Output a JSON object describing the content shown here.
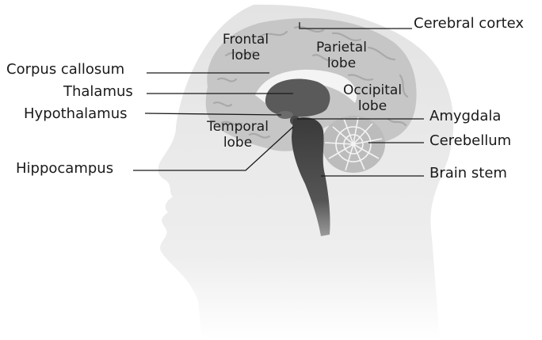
{
  "labels": {
    "cerebral_cortex": "Cerebral cortex",
    "frontal_lobe": [
      "Frontal",
      "lobe"
    ],
    "parietal_lobe": [
      "Parietal",
      "lobe"
    ],
    "occipital_lobe": [
      "Occipital",
      "lobe"
    ],
    "temporal_lobe": [
      "Temporal",
      "lobe"
    ],
    "corpus_callosum": "Corpus callosum",
    "thalamus": "Thalamus",
    "hypothalamus": "Hypothalamus",
    "hippocampus": "Hippocampus",
    "amygdala": "Amygdala",
    "cerebellum": "Cerebellum",
    "brain_stem": "Brain stem"
  },
  "colors": {
    "head": "#e3e3e3",
    "cortex": "#c6c6c6",
    "cortex_fold": "#a9a9a9",
    "white_matter": "#f4f4f4",
    "deep_structure": "#5a5a5a",
    "brain_stem_dark": "#3a3a3a",
    "cerebellum": "#bcbcbc",
    "text": "#1a1a1a"
  }
}
